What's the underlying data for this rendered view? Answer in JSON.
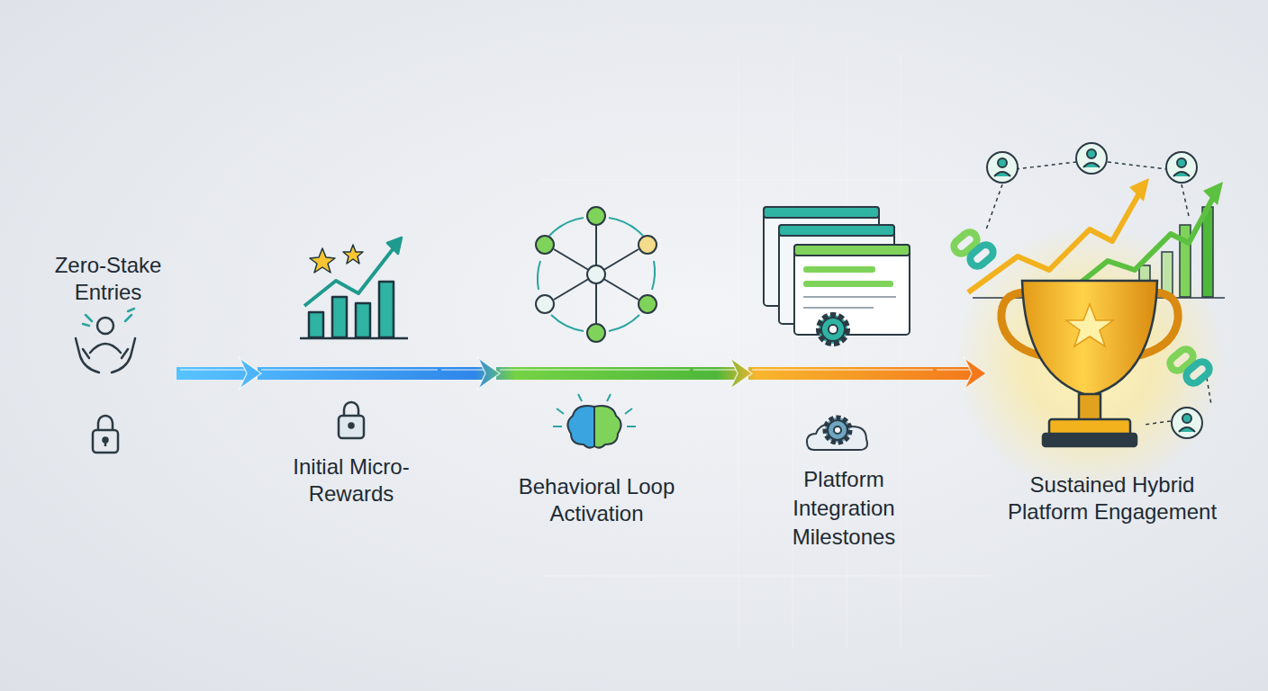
{
  "diagram": {
    "nodes": [
      {
        "text": [
          "Zero-Stake Entries"
        ]
      },
      {
        "text": [
          "Initial Micro-Rewards"
        ]
      },
      {
        "text": [
          "Behavioral Loop Activation"
        ]
      },
      {
        "text": [
          "Platform Integration Milestones"
        ]
      },
      {
        "text": [
          "Sustained Hybrid Platform Engagement"
        ]
      }
    ],
    "edges": [
      {
        "from": 0,
        "to": 1,
        "arrow": "to"
      },
      {
        "from": 1,
        "to": 2,
        "arrow": "to"
      },
      {
        "from": 2,
        "to": 3,
        "arrow": "to"
      },
      {
        "from": 3,
        "to": 4,
        "arrow": "to"
      }
    ]
  }
}
